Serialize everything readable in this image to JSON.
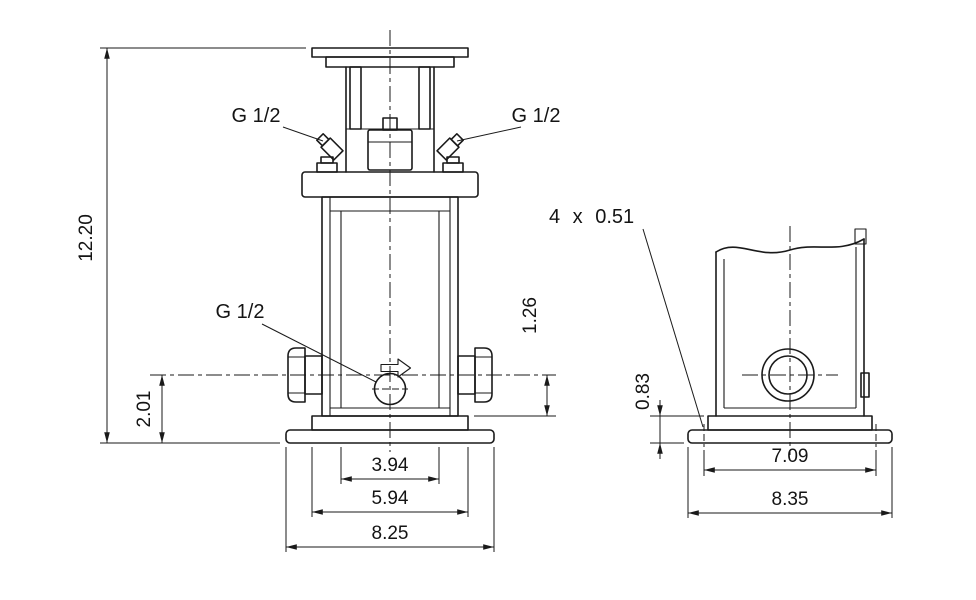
{
  "drawing": {
    "type": "technical-dimension-drawing",
    "background": "#ffffff",
    "line_color": "#1a1a1a",
    "front_view": {
      "port_labels": {
        "top_left": "G 1/2",
        "top_right": "G 1/2",
        "front": "G 1/2"
      },
      "dimensions": {
        "total_height": "12.20",
        "floor_to_port_center": "2.01",
        "base_top_to_port_center": "1.26",
        "chamber_width": "3.94",
        "base_plate_width": "5.94",
        "base_overall_width": "8.25"
      }
    },
    "side_view": {
      "bolt_holes_note": "4 x 0.51",
      "dimensions": {
        "base_height": "0.83",
        "bolt_hole_spacing": "7.09",
        "base_overall_width": "8.35"
      }
    }
  }
}
